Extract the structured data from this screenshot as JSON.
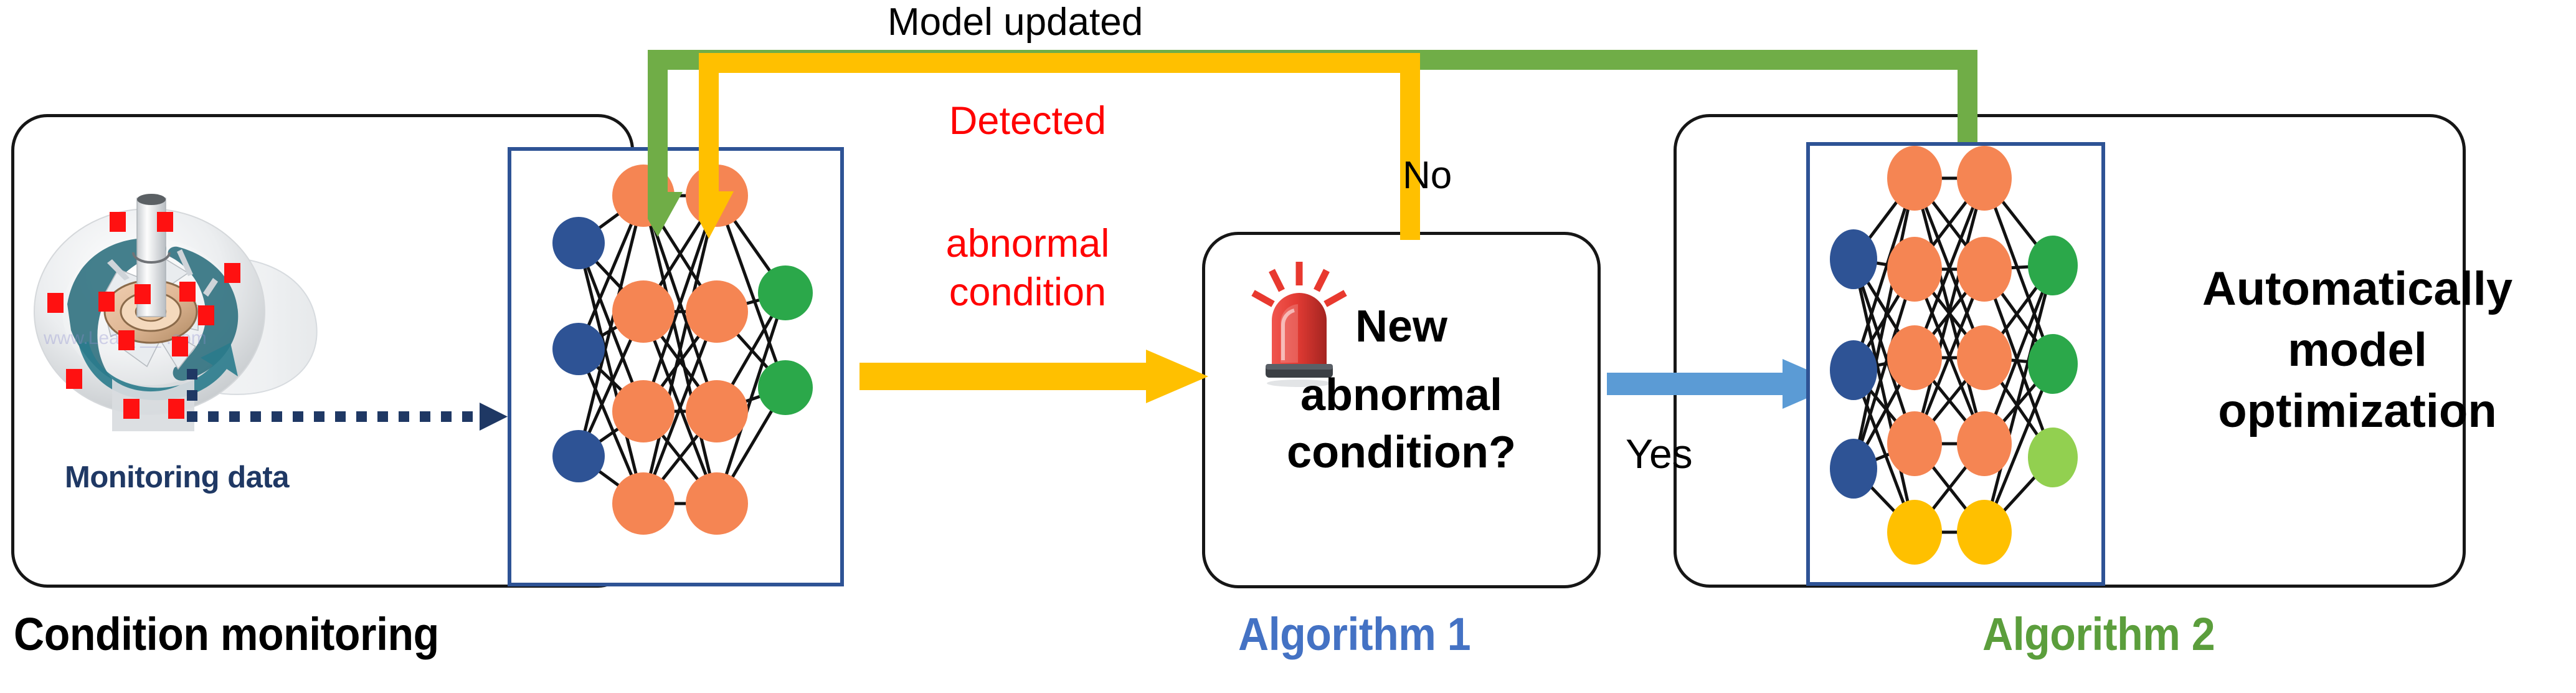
{
  "diagram": {
    "title_top": "Model updated",
    "labels": {
      "no": "No",
      "yes": "Yes",
      "detected_line1": "Detected",
      "detected_line2": "abnormal",
      "detected_line3": "condition",
      "monitoring_data": "Monitoring data"
    },
    "panels": [
      {
        "id": "condition-monitoring",
        "caption": "Condition monitoring",
        "caption_color": "#000000",
        "icon": "pump-impeller-cutaway",
        "network": {
          "layers": [
            {
              "name": "input",
              "count": 3,
              "color": "#2E5395"
            },
            {
              "name": "hidden1",
              "count": 4,
              "color": "#F58553"
            },
            {
              "name": "hidden2",
              "count": 4,
              "color": "#F58553"
            },
            {
              "name": "output",
              "count": 2,
              "color": "#2BA84A"
            }
          ]
        }
      },
      {
        "id": "algorithm-1",
        "caption": "Algorithm 1",
        "caption_color": "#4472C4",
        "icon": "alarm-beacon-icon",
        "text_line1": "New",
        "text_line2": "abnormal",
        "text_line3": "condition?"
      },
      {
        "id": "algorithm-2",
        "caption": "Algorithm 2",
        "caption_color": "#5B9E3C",
        "text_line1": "Automatically",
        "text_line2": "model",
        "text_line3": "optimization",
        "network": {
          "layers": [
            {
              "name": "input",
              "count": 3,
              "color": "#2E5395"
            },
            {
              "name": "hidden1",
              "count": 5,
              "color": "#F58553",
              "extra_color": "#FFC000"
            },
            {
              "name": "hidden2",
              "count": 5,
              "color": "#F58553",
              "extra_color": "#FFC000"
            },
            {
              "name": "output",
              "count": 3,
              "color": "#2BA84A",
              "extra_color": "#92D050"
            }
          ]
        }
      }
    ],
    "arrows": [
      {
        "id": "model-updated-feedback",
        "color": "#70AD47",
        "label": "Model updated",
        "from": "algorithm-2",
        "to": "condition-monitoring"
      },
      {
        "id": "no-feedback",
        "color": "#FFC000",
        "label": "No",
        "from": "algorithm-1",
        "to": "condition-monitoring"
      },
      {
        "id": "detected-abnormal",
        "color": "#FFC000",
        "label": "Detected abnormal condition",
        "from": "condition-monitoring",
        "to": "algorithm-1"
      },
      {
        "id": "yes-forward",
        "color": "#5B9BD5",
        "label": "Yes",
        "from": "algorithm-1",
        "to": "algorithm-2"
      },
      {
        "id": "monitoring-data",
        "color": "#1F3864",
        "label": "Monitoring data",
        "from": "machine-icon",
        "to": "condition-monitoring-network"
      }
    ],
    "colors": {
      "green": "#70AD47",
      "yellow": "#FFC000",
      "blue_light": "#5B9BD5",
      "blue_dark": "#1F3864",
      "red": "#FF0000",
      "node_blue": "#2E5395",
      "node_orange": "#F58553",
      "node_green": "#2BA84A",
      "node_lightgreen": "#92D050",
      "node_yellow": "#FFC000",
      "panel_border": "#161616",
      "nn_border": "#2E5395"
    }
  }
}
